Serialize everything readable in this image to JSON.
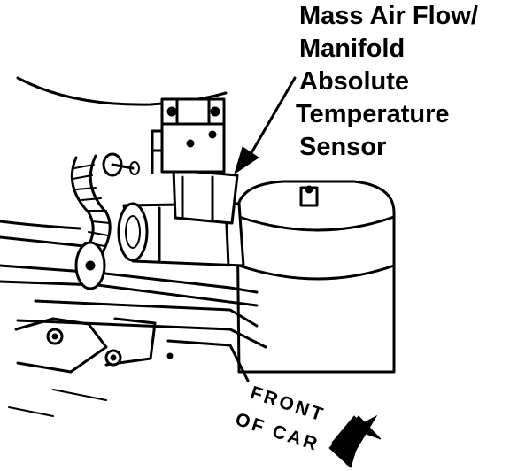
{
  "callout": {
    "lines": [
      "Mass Air Flow/",
      "Manifold",
      "Absolute",
      "Temperature",
      "Sensor"
    ]
  },
  "orientation": {
    "line1": "FRONT",
    "line2": "OF CAR"
  },
  "colors": {
    "ink": "#000000",
    "background": "#ffffff"
  }
}
